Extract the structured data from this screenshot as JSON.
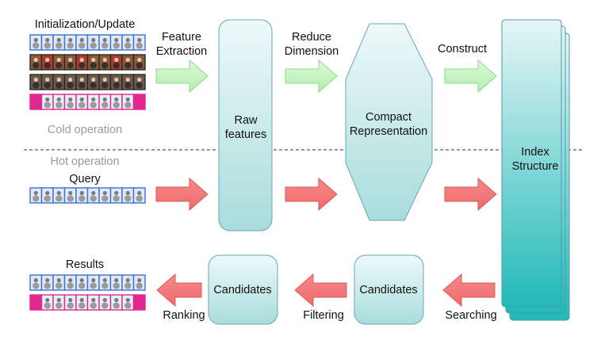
{
  "labels": {
    "init_update": "Initialization/Update",
    "feature_extraction_1": "Feature",
    "feature_extraction_2": "Extraction",
    "reduce_dimension_1": "Reduce",
    "reduce_dimension_2": "Dimension",
    "construct": "Construct",
    "cold_operation": "Cold operation",
    "hot_operation": "Hot operation",
    "query": "Query",
    "raw_features_1": "Raw",
    "raw_features_2": "features",
    "compact_1": "Compact",
    "compact_2": "Representation",
    "index_1": "Index",
    "index_2": "Structure",
    "results": "Results",
    "candidates_left": "Candidates",
    "candidates_right": "Candidates",
    "ranking": "Ranking",
    "filtering": "Filtering",
    "searching": "Searching"
  },
  "colors": {
    "green_arrow": "#c4f5c0",
    "red_arrow": "#f27878",
    "teal_light": "#e6f6f6",
    "teal_dark": "#27bcbc",
    "frame_blue": "#3d6fd6",
    "frame_magenta": "#e0288f"
  }
}
